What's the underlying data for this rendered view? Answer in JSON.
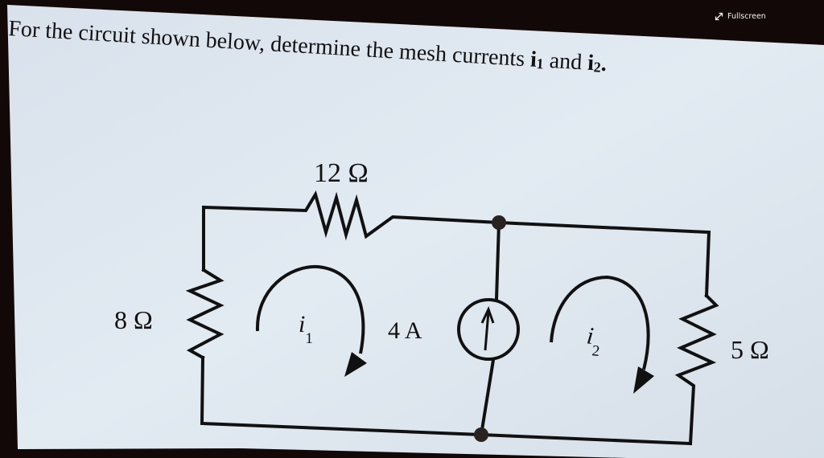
{
  "toolbar": {
    "fullscreen_label": "Fullscreen",
    "fullscreen_icon": "expand-arrows-icon"
  },
  "problem": {
    "text_part1": "For the circuit shown below, determine the mesh currents ",
    "i1_main": "i",
    "i1_sub": "1",
    "and": " and ",
    "i2_main": "i",
    "i2_sub": "2",
    "period": "."
  },
  "circuit": {
    "resistor_top_label": "12 Ω",
    "resistor_left_label": "8 Ω",
    "resistor_right_label": "5 Ω",
    "source_label": "4 A",
    "mesh1_label_main": "i",
    "mesh1_label_sub": "1",
    "mesh2_label_main": "i",
    "mesh2_label_sub": "2",
    "source_icon": "current-source-up-arrow-icon",
    "mesh_direction": "clockwise"
  },
  "colors": {
    "bezel": "#120808",
    "screen": "#dde6ee",
    "ink": "#111111"
  }
}
